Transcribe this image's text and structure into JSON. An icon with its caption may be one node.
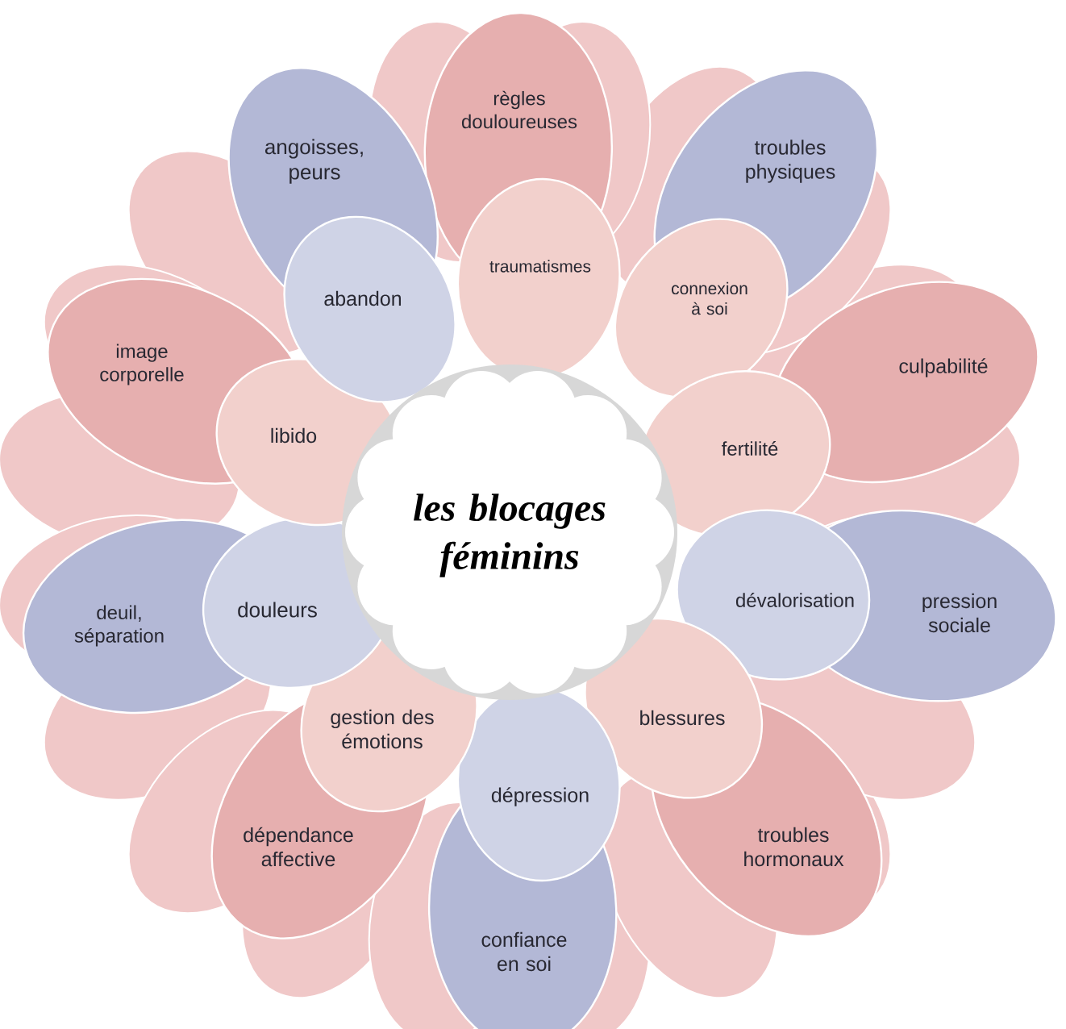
{
  "diagram": {
    "nodes": [
      {
        "text": [
          "les blocages féminins"
        ]
      },
      {
        "text": [
          "traumatismes"
        ]
      },
      {
        "text": [
          "connexion à soi"
        ]
      },
      {
        "text": [
          "fertilité"
        ]
      },
      {
        "text": [
          "dévalorisation"
        ]
      },
      {
        "text": [
          "blessures"
        ]
      },
      {
        "text": [
          "dépression"
        ]
      },
      {
        "text": [
          "gestion des émotions"
        ]
      },
      {
        "text": [
          "douleurs"
        ]
      },
      {
        "text": [
          "libido"
        ]
      },
      {
        "text": [
          "abandon"
        ]
      },
      {
        "text": [
          "règles douloureuses"
        ]
      },
      {
        "text": [
          "troubles physiques"
        ]
      },
      {
        "text": [
          "culpabilité"
        ]
      },
      {
        "text": [
          "pression sociale"
        ]
      },
      {
        "text": [
          "troubles hormonaux"
        ]
      },
      {
        "text": [
          "confiance en soi"
        ]
      },
      {
        "text": [
          "dépendance affective"
        ]
      },
      {
        "text": [
          "deuil, séparation"
        ]
      },
      {
        "text": [
          "image corporelle"
        ]
      },
      {
        "text": [
          "angoisses, peurs"
        ]
      }
    ]
  }
}
